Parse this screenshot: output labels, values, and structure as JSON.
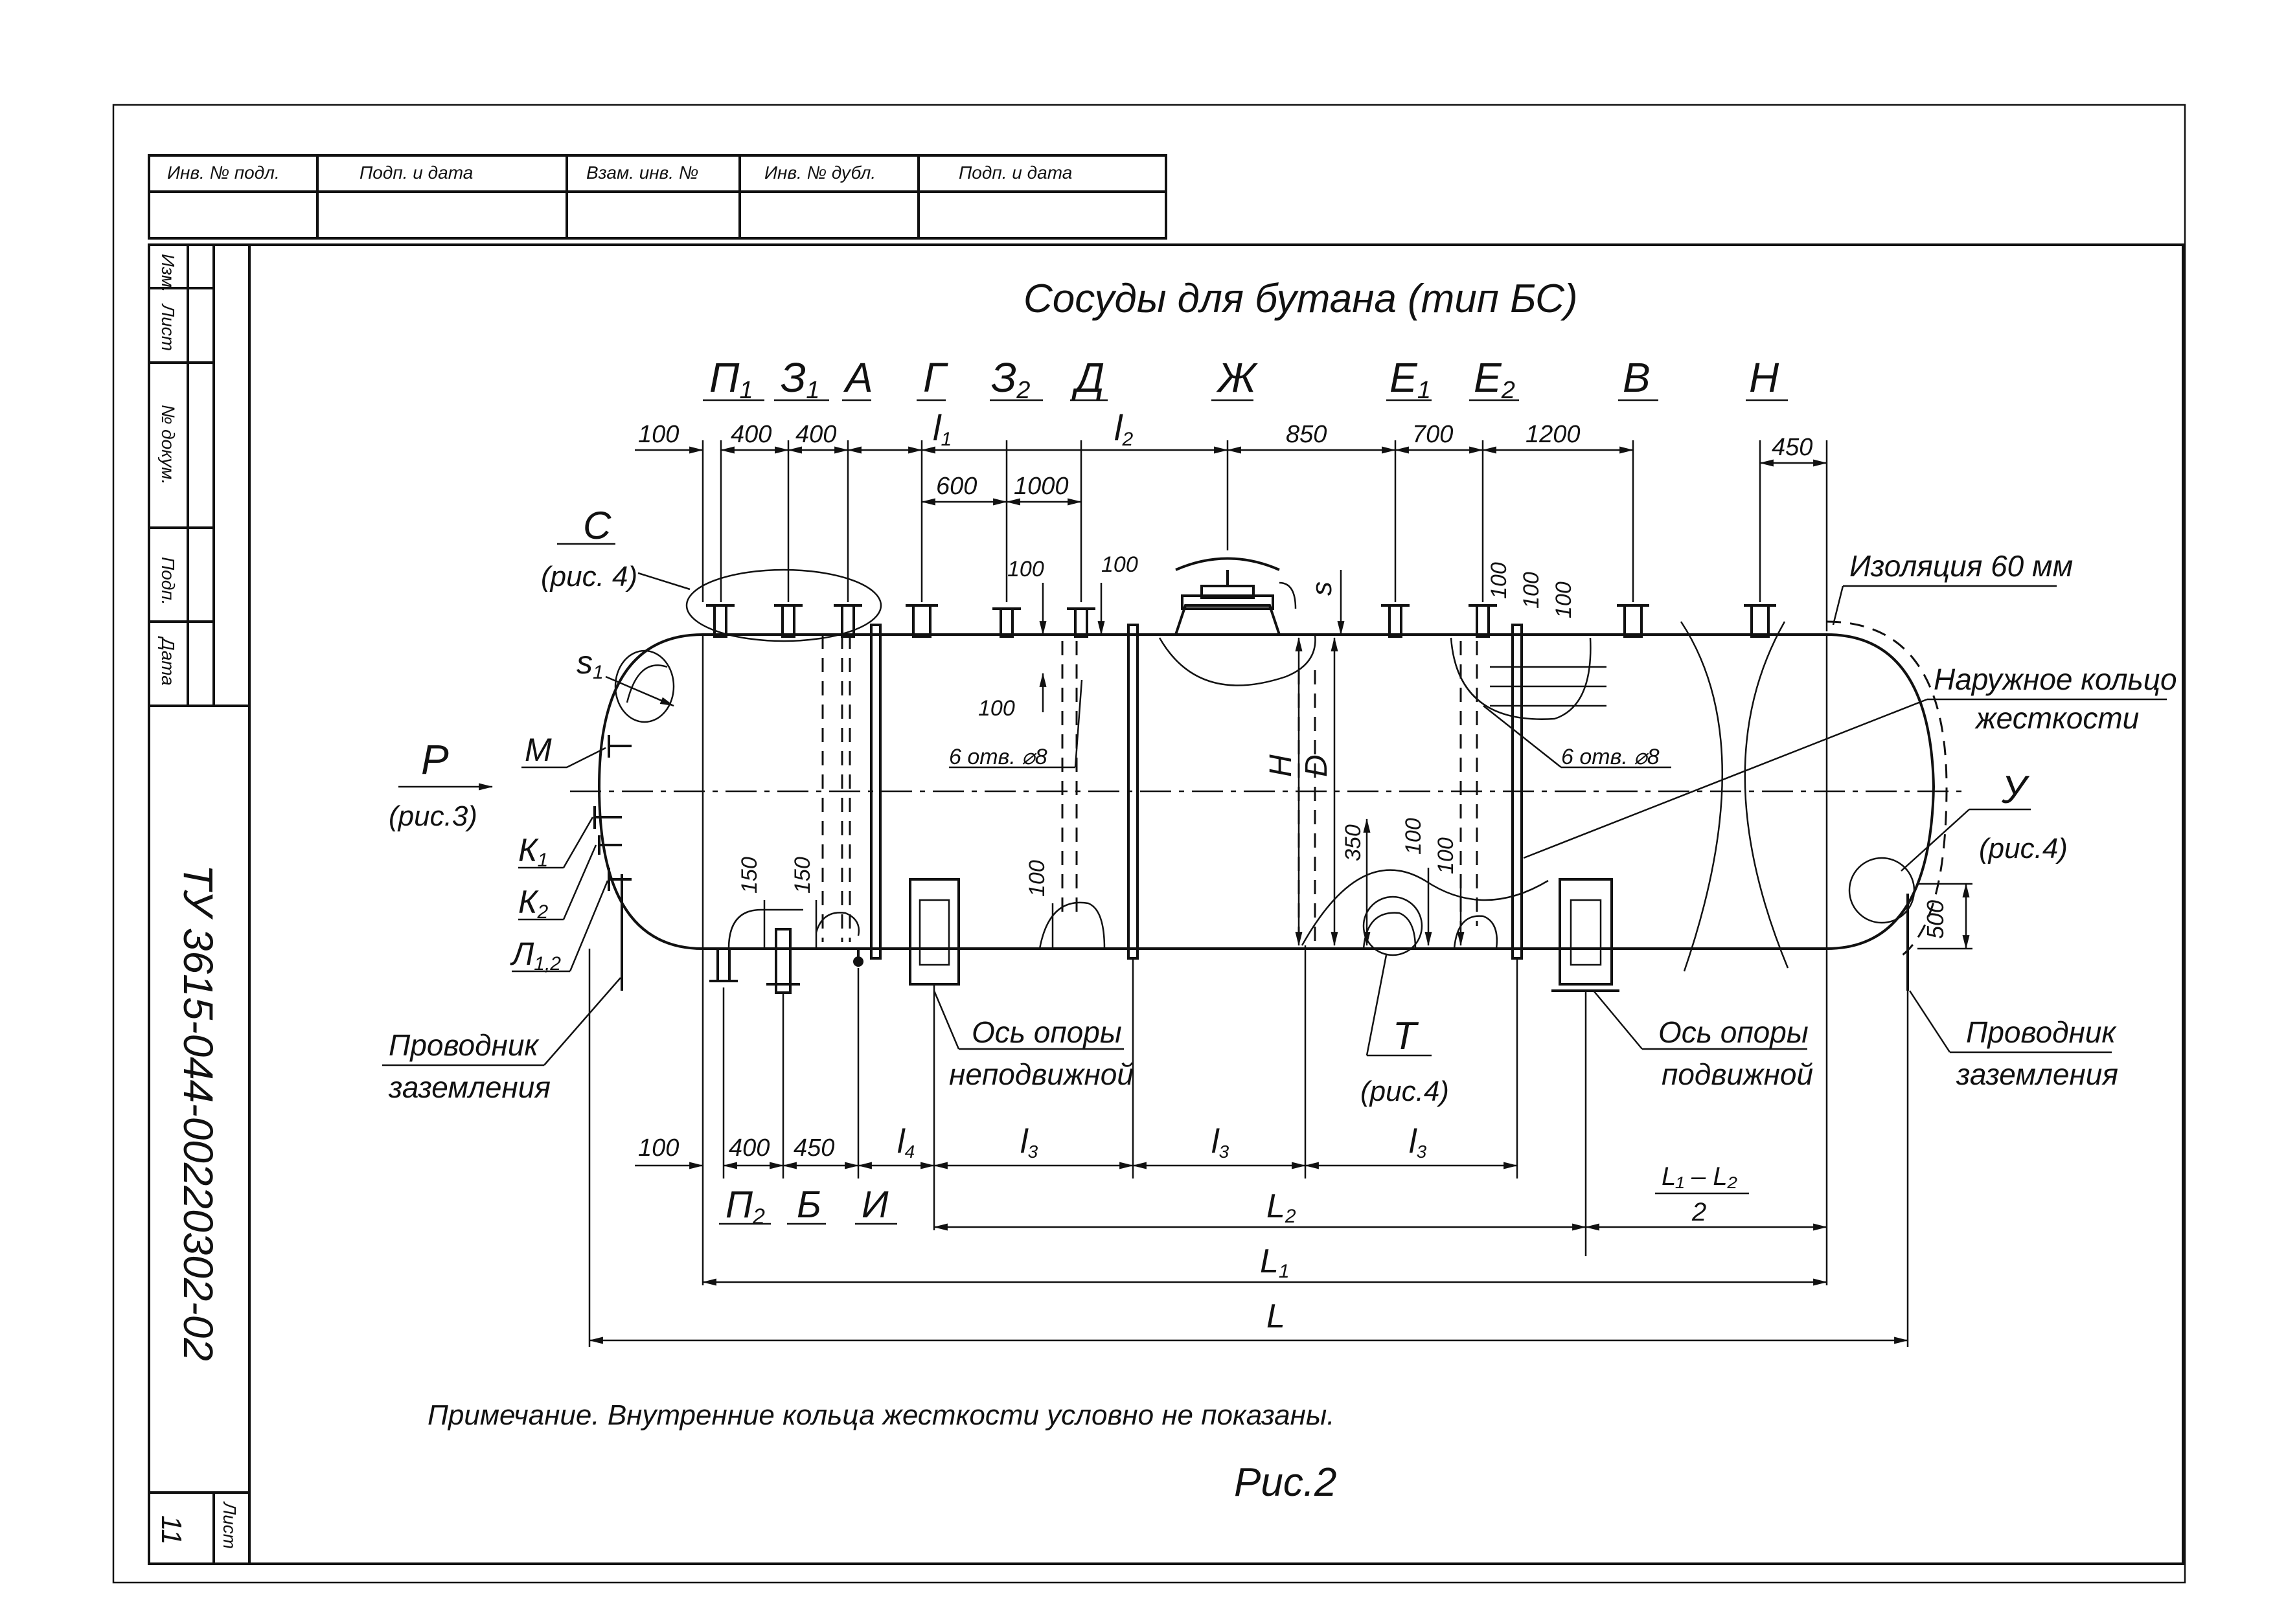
{
  "title": "Сосуды для бутана (тип БС)",
  "stamp": {
    "headers": [
      "Инв. № подл.",
      "Подп. и дата",
      "Взам. инв. №",
      "Инв. № дубл.",
      "Подп. и дата"
    ],
    "side_labels": [
      "Изм.",
      "Лист",
      "№ докум.",
      "Подп.",
      "Дата"
    ],
    "doc_code": "ТУ 3615-044-00220302-02",
    "sheet_label": "Лист",
    "sheet_number": "11"
  },
  "nozzles_top": [
    "П",
    "З",
    "А",
    "Г",
    "З",
    "Д",
    "Ж",
    "Е",
    "Е",
    "В",
    "Н"
  ],
  "nozzle_subs": {
    "p1": "1",
    "z1": "1",
    "z2": "2",
    "e1": "1",
    "e2": "2"
  },
  "dims_top": {
    "d100": "100",
    "d400a": "400",
    "d400b": "400",
    "l1": "l",
    "l1_sub": "1",
    "l2": "l",
    "l2_sub": "2",
    "d850": "850",
    "d700": "700",
    "d1200": "1200",
    "d450": "450",
    "d600": "600",
    "d1000": "1000"
  },
  "dims_local": {
    "a100a": "100",
    "a100b": "100",
    "a100c": "100",
    "b100a": "100",
    "b100b": "100",
    "b100c": "100",
    "holes_left": "6 отв. ⌀8",
    "holes_right": "6 отв. ⌀8",
    "s": "s",
    "s1": "s",
    "s1_sub": "1",
    "h": "H",
    "d": "D",
    "v150a": "150",
    "v150b": "150",
    "v100": "100",
    "v350": "350",
    "v100b": "100",
    "v100c": "100",
    "v500": "500"
  },
  "callouts": {
    "c": "С",
    "c_ref": "(рис. 4)",
    "p": "Р",
    "p_ref": "(рис.3)",
    "m": "М",
    "k1": "К",
    "k1_sub": "1",
    "k2": "К",
    "k2_sub": "2",
    "l12": "Л",
    "l12_sub": "1,2",
    "ground_left_1": "Проводник",
    "ground_left_2": "заземления",
    "fixed_1": "Ось опоры",
    "fixed_2": "неподвижной",
    "t": "Т",
    "t_ref": "(рис.4)",
    "movable_1": "Ось опоры",
    "movable_2": "подвижной",
    "ground_right_1": "Проводник",
    "ground_right_2": "заземления",
    "insulation": "Изоляция 60 мм",
    "ring_1": "Наружное кольцо",
    "ring_2": "жесткости",
    "u": "У",
    "u_ref": "(рис.4)"
  },
  "dims_bottom": {
    "d100": "100",
    "d400": "400",
    "d450": "450",
    "l4": "l",
    "l4_sub": "4",
    "l3a": "l",
    "l3b": "l",
    "l3c": "l",
    "l3_sub": "3",
    "p2": "П",
    "p2_sub": "2",
    "b": "Б",
    "i": "И",
    "big_l2": "L",
    "big_l2_sub": "2",
    "big_l1": "L",
    "big_l1_sub": "1",
    "big_l": "L",
    "frac_num": "L₁ – L₂",
    "frac_den": "2"
  },
  "note": "Примечание.  Внутренние кольца жесткости условно не показаны.",
  "figure_label": "Рис.2"
}
